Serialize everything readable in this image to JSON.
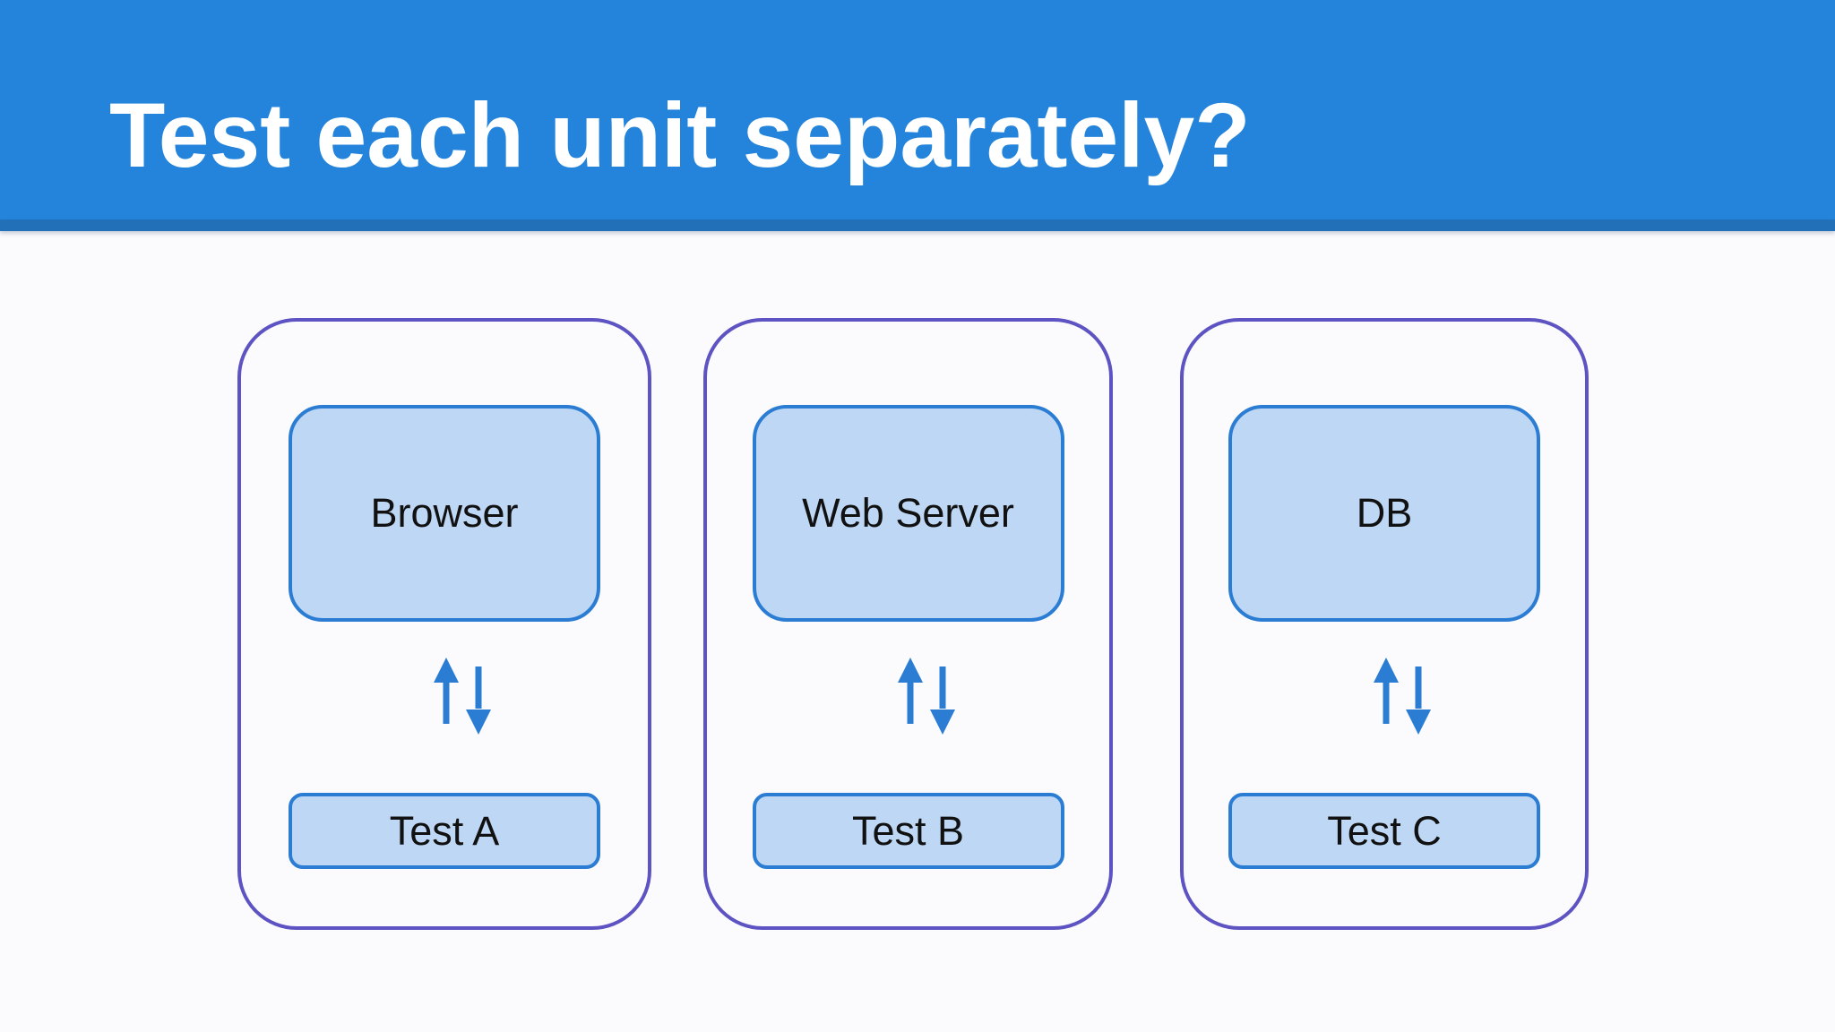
{
  "header": {
    "title": "Test each unit separately?"
  },
  "units": [
    {
      "component": "Browser",
      "test": "Test A",
      "icon": "bidirectional-vertical-arrows"
    },
    {
      "component": "Web Server",
      "test": "Test B",
      "icon": "bidirectional-vertical-arrows"
    },
    {
      "component": "DB",
      "test": "Test C",
      "icon": "bidirectional-vertical-arrows"
    }
  ],
  "colors": {
    "header_bg": "#2484DB",
    "header_strip": "#2271B8",
    "container_border": "#5E53C2",
    "box_border": "#2B7CD3",
    "box_fill": "#BDD7F5",
    "arrow": "#2B7CD3",
    "label_text": "#111111",
    "title_text": "#FFFFFF",
    "page_bg": "#FBFBFE"
  }
}
